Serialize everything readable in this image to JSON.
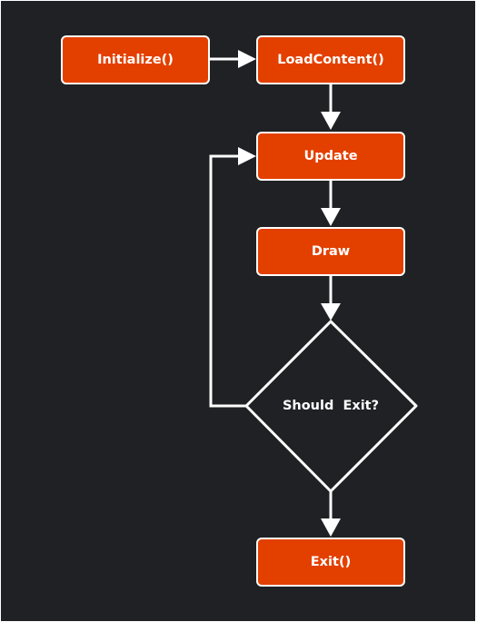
{
  "diagram": {
    "background": "#202124",
    "node_color": "#e34000",
    "stroke_color": "#ffffff",
    "nodes": {
      "initialize": "Initialize()",
      "load_content": "LoadContent()",
      "update": "Update",
      "draw": "Draw",
      "should_exit": "Should  Exit?",
      "exit": "Exit()"
    }
  }
}
